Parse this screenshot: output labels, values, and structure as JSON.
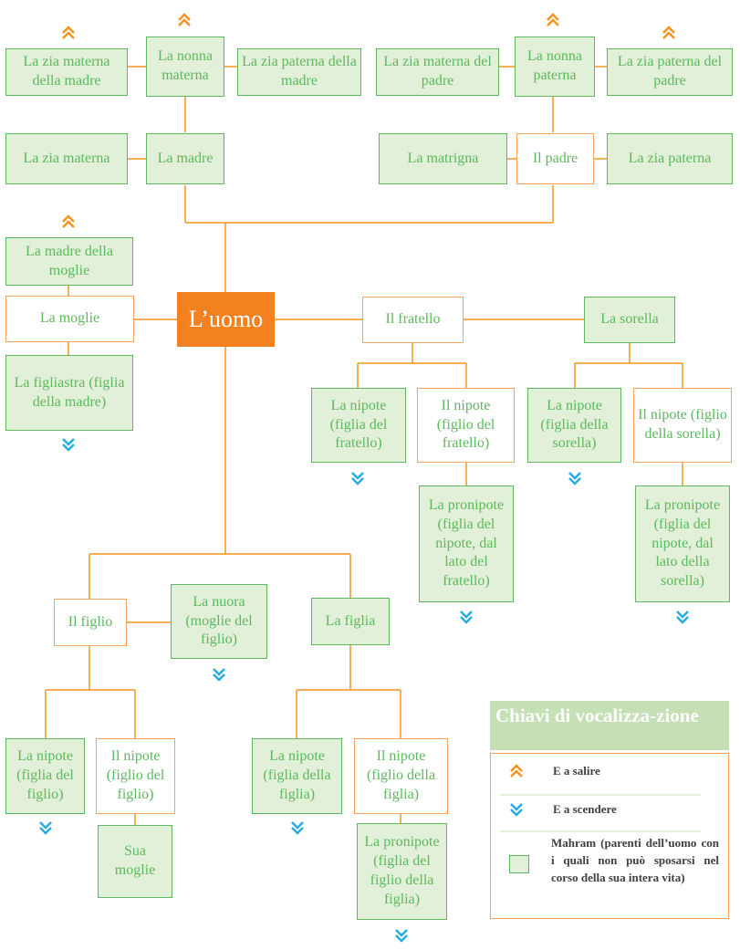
{
  "colors": {
    "mahram_fill": "#e2f0d9",
    "mahram_border": "#5cb85c",
    "non_mahram_border": "#f7a35c",
    "center_fill": "#f48120",
    "connector": "#f7941d",
    "up_arrow": "#f7941d",
    "down_arrow": "#29abe2"
  },
  "nodes": {
    "zia_materna_madre": "La zia materna della madre",
    "nonna_materna": "La nonna materna",
    "zia_paterna_madre": "La zia paterna della madre",
    "zia_materna_padre": "La zia materna del padre",
    "nonna_paterna": "La nonna paterna",
    "zia_paterna_padre": "La zia paterna del padre",
    "zia_materna": "La zia materna",
    "madre": "La madre",
    "matrigna": "La matrigna",
    "padre": "Il padre",
    "zia_paterna": "La zia paterna",
    "madre_moglie": "La madre della moglie",
    "moglie": "La moglie",
    "figliastra": "La figliastra (figlia della madre)",
    "uomo": "L’uomo",
    "fratello": "Il fratello",
    "sorella": "La sorella",
    "nipote_f_fratello": "La nipote (figlia del fratello)",
    "nipote_m_fratello": "Il nipote (figlio del fratello)",
    "nipote_f_sorella": "La nipote (figlia della sorella)",
    "nipote_m_sorella": "Il nipote (figlio della sorella)",
    "pronipote_fratello": "La pronipote (figlia del nipote, dal lato del fratello)",
    "pronipote_sorella": "La pronipote (figlia del nipote, dal lato della sorella)",
    "figlio": "Il figlio",
    "nuora": "La nuora (moglie del figlio)",
    "figlia": "La figlia",
    "nipote_f_figlio": "La nipote (figlia del figlio)",
    "nipote_m_figlio": "Il nipote (figlio del figlio)",
    "nipote_f_figlia": "La nipote (figlia della figlia)",
    "nipote_m_figlia": "Il nipote (figlio della figlia)",
    "sua_moglie": "Sua moglie",
    "pronipote_figlia": "La pronipote (figlia del figlio della figlia)"
  },
  "legend": {
    "title": "Chiavi di vocalizza-zione",
    "up": "E a salire",
    "down": "E a scendere",
    "mahram": "Mahram (parenti dell’uomo con i quali non può sposarsi nel corso della sua intera vita)"
  },
  "arrow_icons": {
    "up": "double-chevron-up-icon",
    "down": "double-chevron-down-icon"
  }
}
